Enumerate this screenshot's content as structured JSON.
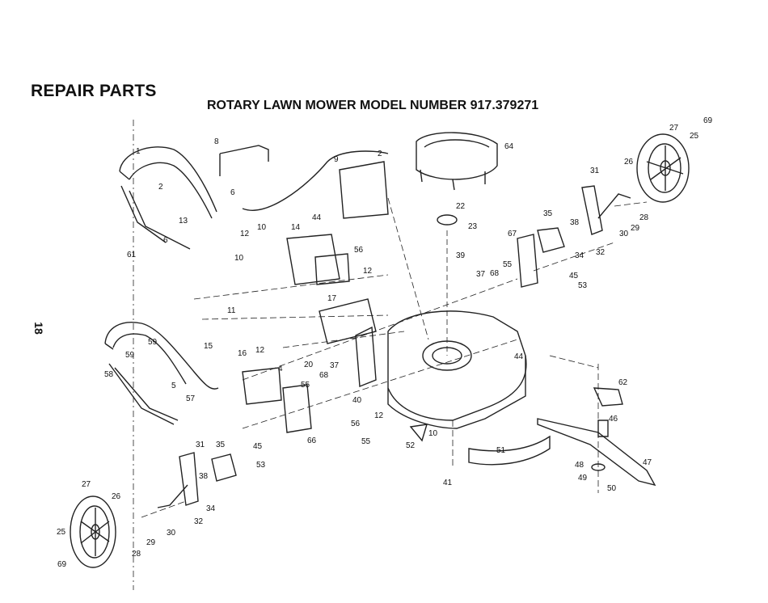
{
  "heading": "REPAIR PARTS",
  "subheading": "ROTARY LAWN MOWER MODEL NUMBER 917.379271",
  "page_number": "18",
  "callouts": [
    "1",
    "8",
    "9",
    "2",
    "64",
    "27",
    "25",
    "69",
    "2",
    "6",
    "13",
    "61",
    "6",
    "12",
    "10",
    "14",
    "44",
    "56",
    "12",
    "10",
    "11",
    "15",
    "16",
    "12",
    "17",
    "20",
    "59",
    "59",
    "58",
    "5",
    "4",
    "55",
    "68",
    "37",
    "40",
    "57",
    "56",
    "12",
    "55",
    "66",
    "31",
    "35",
    "45",
    "53",
    "38",
    "34",
    "32",
    "30",
    "28",
    "29",
    "26",
    "27",
    "25",
    "69",
    "22",
    "23",
    "39",
    "37",
    "68",
    "55",
    "67",
    "35",
    "38",
    "34",
    "32",
    "30",
    "29",
    "28",
    "26",
    "31",
    "45",
    "53",
    "44",
    "62",
    "46",
    "47",
    "48",
    "49",
    "50",
    "51",
    "52",
    "10",
    "41"
  ]
}
